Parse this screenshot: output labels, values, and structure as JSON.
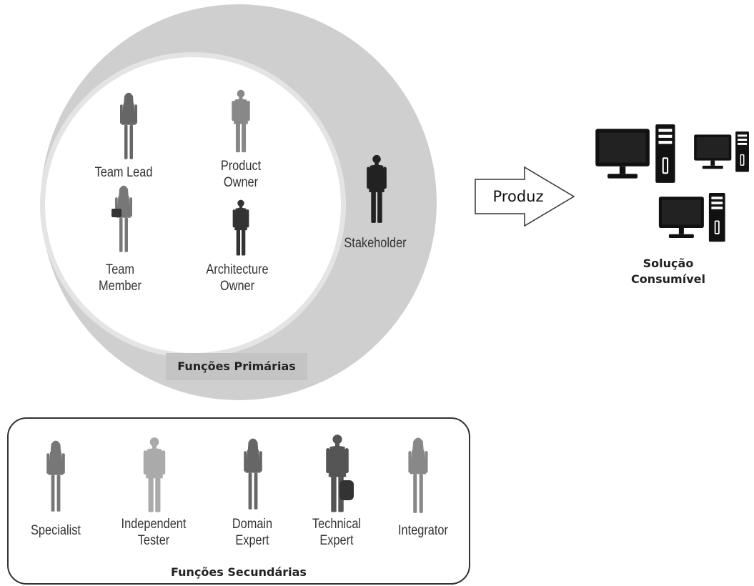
{
  "primary_roles": {
    "title": "Funções Primárias",
    "roles": [
      {
        "id": "team-lead",
        "label": "Team Lead"
      },
      {
        "id": "product-owner",
        "label": "Product\nOwner"
      },
      {
        "id": "team-member",
        "label": "Team\nMember"
      },
      {
        "id": "architecture-owner",
        "label": "Architecture\nOwner"
      }
    ],
    "outer_role": {
      "id": "stakeholder",
      "label": "Stakeholder"
    }
  },
  "arrow": {
    "label": "Produz"
  },
  "output": {
    "label": "Solução\nConsumível",
    "icon": "computer-icon"
  },
  "secondary_roles": {
    "title": "Funções Secundárias",
    "roles": [
      {
        "id": "specialist",
        "label": "Specialist"
      },
      {
        "id": "independent-tester",
        "label": "Independent\nTester"
      },
      {
        "id": "domain-expert",
        "label": "Domain\nExpert"
      },
      {
        "id": "technical-expert",
        "label": "Technical\nExpert"
      },
      {
        "id": "integrator",
        "label": "Integrator"
      }
    ]
  },
  "colors": {
    "outer_circle": "#cfcfcf",
    "inner_ring": "#e6e6e6",
    "title_box": "#c4c4c4",
    "figure": "#555555"
  }
}
